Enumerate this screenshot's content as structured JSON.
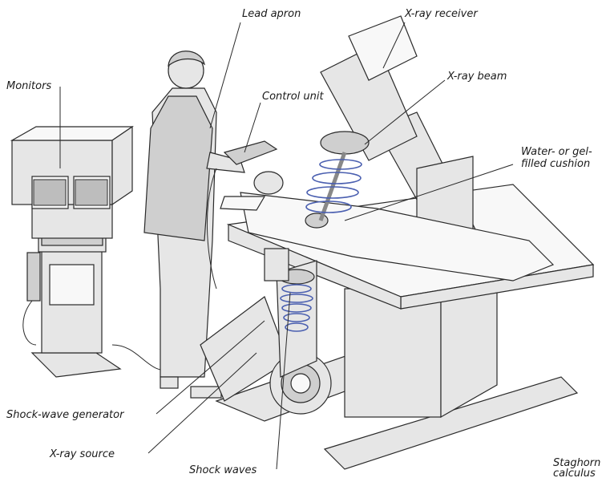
{
  "labels": {
    "lead_apron": "Lead apron",
    "xray_receiver": "X-ray receiver",
    "monitors": "Monitors",
    "control_unit": "Control unit",
    "xray_beam": "X-ray beam",
    "cushion_line1": "Water- or gel-",
    "cushion_line2": "filled cushion",
    "shock_wave_generator": "Shock-wave generator",
    "xray_source": "X-ray source",
    "shock_waves": "Shock waves",
    "staghorn_line1": "Staghorn",
    "staghorn_line2": "calculus"
  },
  "colors": {
    "wave_blue": "#4a5fb0",
    "equipment_gray": "#e6e6e6",
    "outline": "#2a2a2a"
  }
}
